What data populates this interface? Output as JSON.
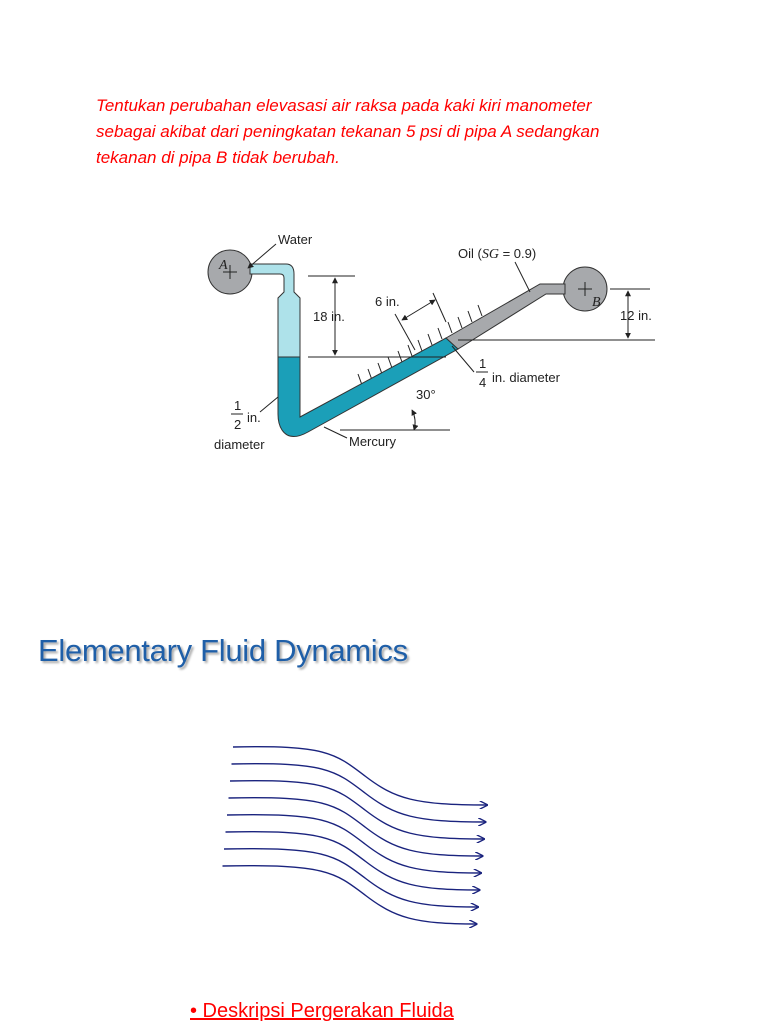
{
  "problem": {
    "lines": [
      "Tentukan perubahan elevasasi air raksa pada kaki kiri manometer",
      "sebagai akibat dari peningkatan tekanan 5 psi di pipa A sedangkan",
      "tekanan di pipa B tidak berubah."
    ],
    "color": "#ff0000"
  },
  "diagram": {
    "water_label": "Water",
    "pipe_a_label": "A",
    "pipe_b_label": "B",
    "oil_label_prefix": "Oil (",
    "oil_label_sg": "SG",
    "oil_label_suffix": " = 0.9)",
    "dim_18": "18 in.",
    "dim_6": "6 in.",
    "dim_12": "12 in.",
    "frac_num_1": "1",
    "frac_den_4": "4",
    "quarter_text": "in. diameter",
    "angle": "30°",
    "frac_den_2": "2",
    "half_in": "in.",
    "half_diameter": "diameter",
    "mercury_label": "Mercury",
    "colors": {
      "mercury": "#1b9fb8",
      "water": "#aee2ea",
      "oil": "#a7a9ac",
      "tank": "#a7a9ac"
    }
  },
  "title": "Elementary Fluid Dynamics",
  "bullet": "• Deskripsi Pergerakan Fluida",
  "streamlines": {
    "count": 8,
    "color": "#1a237e"
  }
}
